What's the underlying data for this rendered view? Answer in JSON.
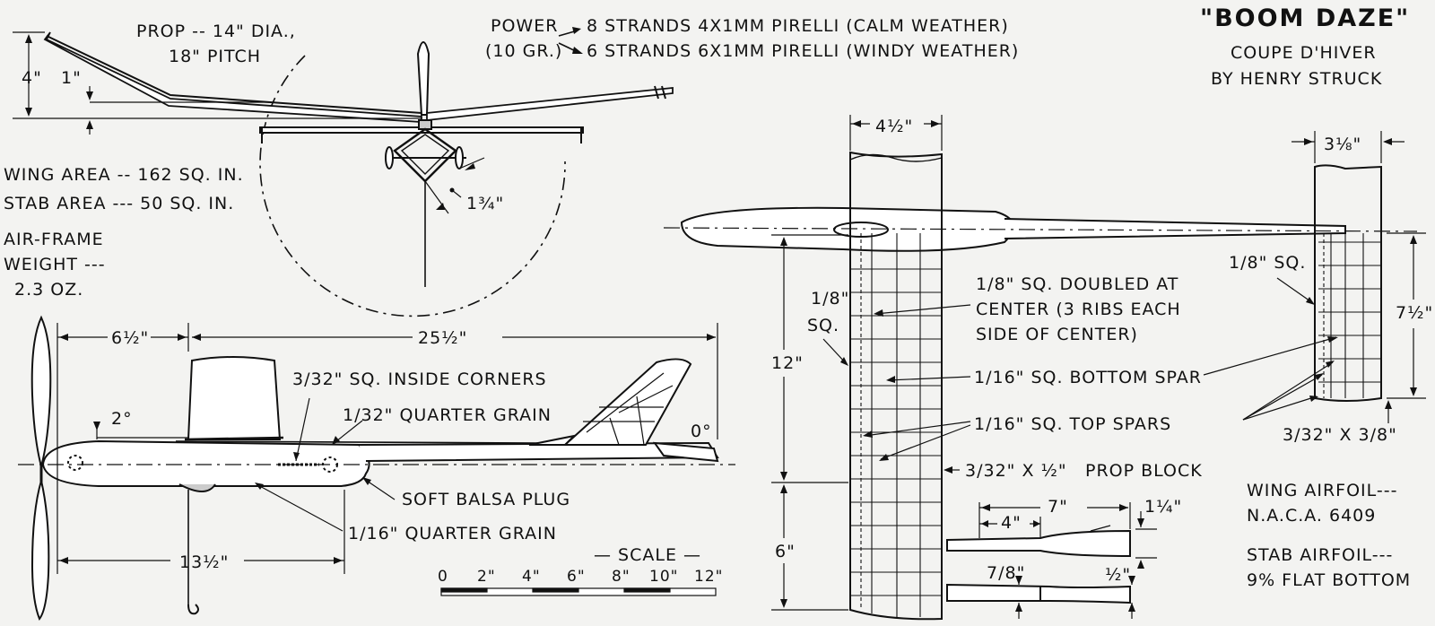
{
  "title": {
    "name": "\"BOOM DAZE\"",
    "subtitle": "COUPE D'HIVER",
    "author": "BY HENRY STRUCK"
  },
  "power": {
    "label": "POWER",
    "weight": "(10 GR.)",
    "option1": "8 STRANDS 4X1MM PIRELLI (CALM WEATHER)",
    "option2": "6 STRANDS 6X1MM PIRELLI (WINDY WEATHER)"
  },
  "prop": {
    "line1": "PROP -- 14\" DIA.,",
    "line2": "18\" PITCH"
  },
  "specs": {
    "wing_area": "WING AREA -- 162 SQ. IN.",
    "stab_area": "STAB AREA --- 50 SQ. IN.",
    "airframe_1": "AIR-FRAME",
    "airframe_2": "WEIGHT ---",
    "airframe_3": "2.3 OZ."
  },
  "front_view": {
    "dim_height": "4\"",
    "dim_dihedral": "1\"",
    "dim_pylon": "1¾\""
  },
  "side_view": {
    "dim_nose": "6½\"",
    "dim_length": "25½\"",
    "dim_moment": "13½\"",
    "angle_wing": "2°",
    "angle_stab": "0°",
    "note_corners": "3/32\" SQ. INSIDE CORNERS",
    "note_quarter_top": "1/32\" QUARTER GRAIN",
    "note_plug": "SOFT BALSA PLUG",
    "note_quarter_bottom": "1/16\" QUARTER GRAIN"
  },
  "scale": {
    "label": "— SCALE —",
    "ticks": [
      "0",
      "2\"",
      "4\"",
      "6\"",
      "8\"",
      "10\"",
      "12\""
    ]
  },
  "plan_view": {
    "dim_wing_chord": "4½\"",
    "dim_stab_chord": "3⅛\"",
    "dim_wing_half": "12\"",
    "dim_wing_tip": "6\"",
    "dim_stab_span": "7½\"",
    "note_wing_sq_1": "1/8\"",
    "note_wing_sq_2": "SQ.",
    "note_stab_sq": "1/8\" SQ.",
    "note_center_1": "1/8\" SQ. DOUBLED AT",
    "note_center_2": "CENTER (3 RIBS EACH",
    "note_center_3": "SIDE OF CENTER)",
    "note_bottom_spar": "1/16\" SQ. BOTTOM SPAR",
    "note_top_spars": "1/16\" SQ. TOP SPARS",
    "note_le": "3/32\" X ½\"",
    "note_stab_le": "3/32\" X 3/8\""
  },
  "prop_block": {
    "label": "PROP BLOCK",
    "dim_7": "7\"",
    "dim_4": "4\"",
    "dim_1_25": "1¼\"",
    "dim_7_8": "7/8\"",
    "dim_1_2": "½\""
  },
  "airfoils": {
    "wing_1": "WING AIRFOIL---",
    "wing_2": "N.A.C.A. 6409",
    "stab_1": "STAB AIRFOIL---",
    "stab_2": "9% FLAT BOTTOM"
  }
}
